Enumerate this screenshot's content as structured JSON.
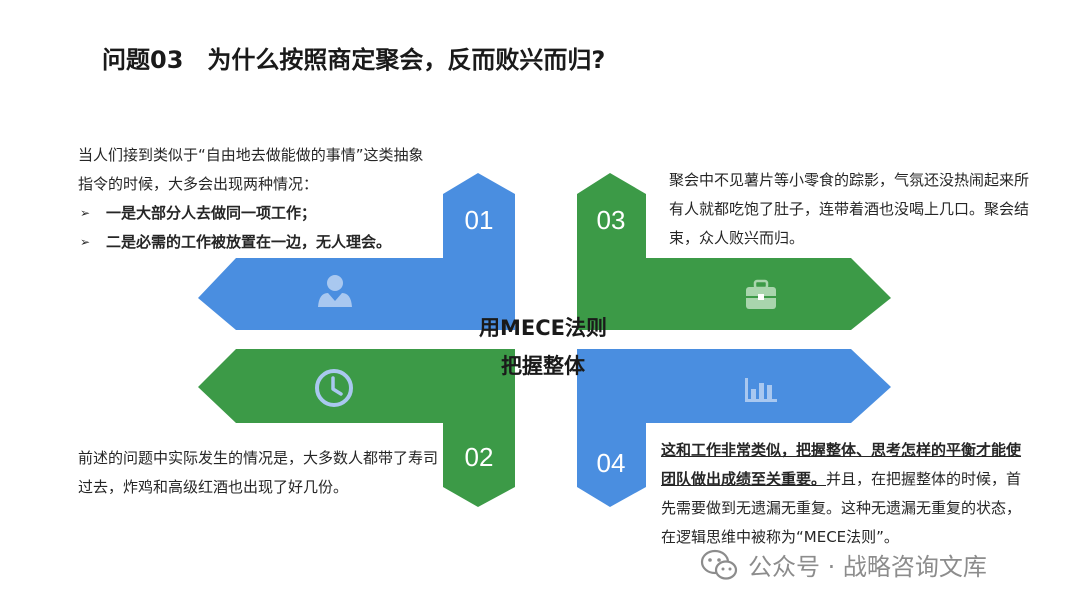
{
  "title": "问题03　为什么按照商定聚会，反而败兴而归?",
  "center": {
    "line1": "用MECE法则",
    "line2": "把握整体"
  },
  "quadrants": [
    {
      "number": "01",
      "icon": "user-icon",
      "color": "#4a8ee0"
    },
    {
      "number": "02",
      "icon": "clock-icon",
      "color": "#3c9a47"
    },
    {
      "number": "03",
      "icon": "briefcase-icon",
      "color": "#3c9a47"
    },
    {
      "number": "04",
      "icon": "bar-chart-icon",
      "color": "#4a8ee0"
    }
  ],
  "text1": {
    "intro": "当人们接到类似于“自由地去做能做的事情”这类抽象指令的时候，大多会出现两种情况：",
    "bullets": [
      "一是大部分人去做同一项工作；",
      "二是必需的工作被放置在一边，无人理会。"
    ]
  },
  "text2": "前述的问题中实际发生的情况是，大多数人都带了寿司过去，炸鸡和高级红酒也出现了好几份。",
  "text3": "聚会中不见薯片等小零食的踪影，气氛还没热闹起来所有人就都吃饱了肚子，连带着酒也没喝上几口。聚会结束，众人败兴而归。",
  "text4": {
    "strong": "这和工作非常类似，把握整体、思考怎样的平衡才能使团队做出成绩至关重要。",
    "rest": "并且，在把握整体的时候，首先需要做到无遗漏无重复。这种无遗漏无重复的状态，在逻辑思维中被称为“MECE法则”。"
  },
  "footer": "公众号 · 战略咨询文库",
  "colors": {
    "blue": "#4a8ee0",
    "green": "#3c9a47",
    "icon_light": "#a9c8f0"
  }
}
